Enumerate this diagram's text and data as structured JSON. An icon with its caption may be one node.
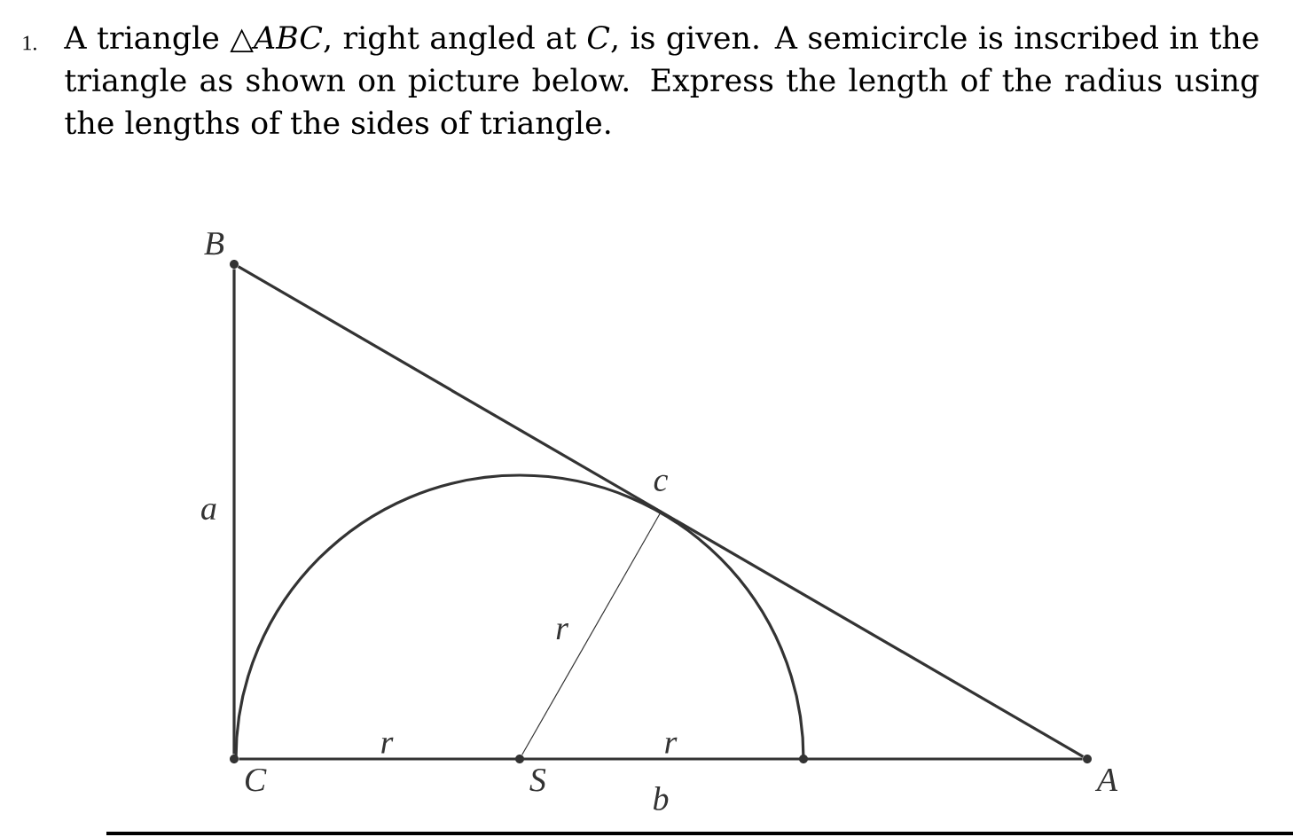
{
  "diagram": {
    "nodes": [
      {
        "text": [
          "B"
        ]
      },
      {
        "text": [
          "C"
        ]
      },
      {
        "text": [
          "S"
        ]
      },
      {
        "text": [],
        "shape": "circle"
      },
      {
        "text": [
          "A"
        ]
      }
    ],
    "edges": [
      {
        "from": 0,
        "to": 1,
        "arrow": "none",
        "label": "a"
      },
      {
        "from": 1,
        "to": 4,
        "arrow": "none",
        "label": "b"
      },
      {
        "from": 4,
        "to": 0,
        "arrow": "none",
        "label": "c"
      },
      {
        "from": 3,
        "to": 1,
        "arrow": "none"
      },
      {
        "from": 2,
        "to": null,
        "arrow": "none",
        "label": "r"
      }
    ],
    "labels": [
      "1.",
      "A triangle △*ABC*, right angled at *C*, is given. A semicircle is inscribed in the triangle as shown on picture below. Express the length of the radius using the lengths of the sides of triangle.",
      "r",
      "r"
    ]
  }
}
